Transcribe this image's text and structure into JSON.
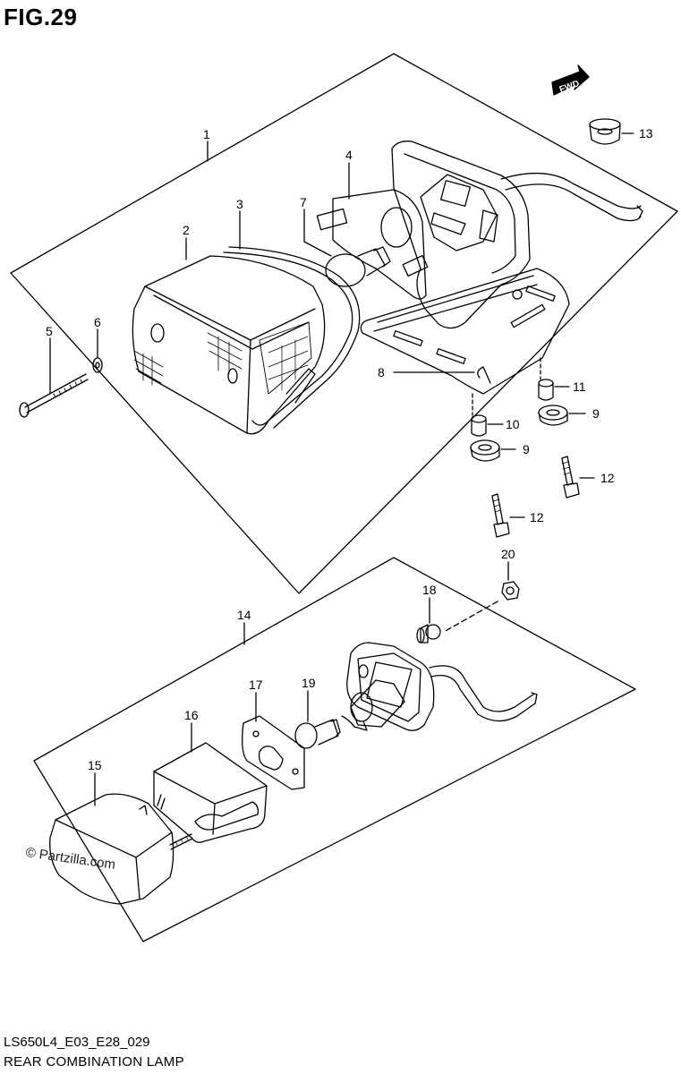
{
  "figure": {
    "title": "FIG.29",
    "code": "LS650L4_E03_E28_029",
    "caption": "REAR COMBINATION LAMP"
  },
  "watermark": "© Partzilla.com",
  "fwd_badge": "FWD",
  "callouts": {
    "c1": "1",
    "c2": "2",
    "c3": "3",
    "c4": "4",
    "c5": "5",
    "c6": "6",
    "c7": "7",
    "c8": "8",
    "c9a": "9",
    "c9b": "9",
    "c10": "10",
    "c11": "11",
    "c12a": "12",
    "c12b": "12",
    "c13": "13",
    "c14": "14",
    "c15": "15",
    "c16": "16",
    "c17": "17",
    "c18": "18",
    "c19": "19",
    "c20": "20"
  },
  "colors": {
    "line": "#000000",
    "background": "#ffffff"
  }
}
